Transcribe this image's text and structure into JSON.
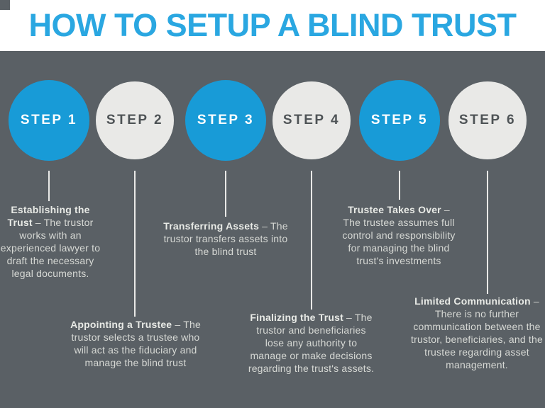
{
  "header": {
    "title": "HOW TO SETUP A BLIND TRUST"
  },
  "colors": {
    "header_bg": "#ffffff",
    "title_blue": "#2aa7e1",
    "background_gray": "#5a6065",
    "circle_blue": "#189bd7",
    "circle_gray": "#e9e9e7",
    "circle_text_dark": "#4e5356",
    "body_text": "#d6d8d4",
    "emphasis_text": "#e8eae6",
    "connector": "#e9e9e7"
  },
  "steps": [
    {
      "label": "STEP 1",
      "variant": "blue",
      "title": "Establishing the Trust",
      "body": "– The trustor works with an experienced lawyer to draft the necessary legal documents."
    },
    {
      "label": "STEP 2",
      "variant": "gray",
      "title": "Appointing a Trustee",
      "body": "– The trustor selects a trustee who will act as the fiduciary and manage the blind trust"
    },
    {
      "label": "STEP 3",
      "variant": "blue",
      "title": "Transferring Assets",
      "body": "– The trustor transfers assets into the blind trust"
    },
    {
      "label": "STEP 4",
      "variant": "gray",
      "title": "Finalizing the Trust",
      "body": "– The trustor and beneficiaries lose any authority to manage or make decisions regarding the trust's assets."
    },
    {
      "label": "STEP 5",
      "variant": "blue",
      "title": "Trustee Takes Over",
      "body": "– The trustee assumes full control and responsibility for managing the blind trust's investments"
    },
    {
      "label": "STEP 6",
      "variant": "gray",
      "title": "Limited Communication",
      "body": "– There is no further communication between the trustor, beneficiaries, and the trustee regarding asset management."
    }
  ]
}
